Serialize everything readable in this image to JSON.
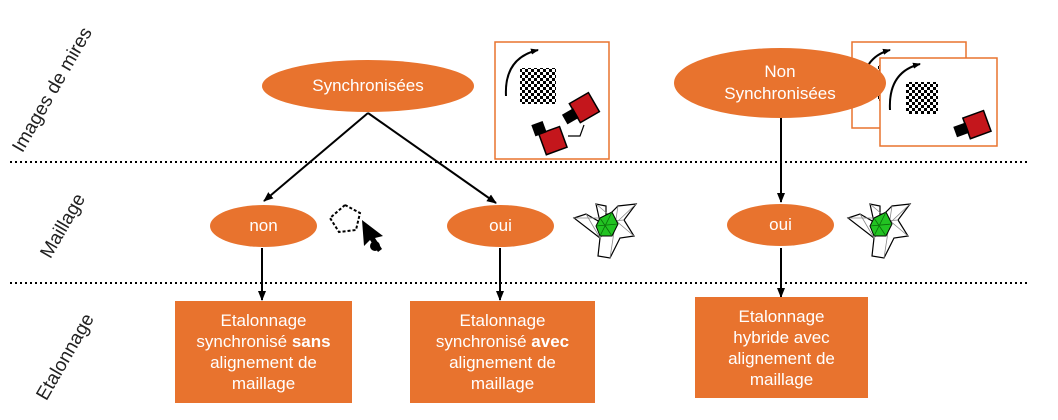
{
  "rows": {
    "images": "Images de mires",
    "maillage": "Maillage",
    "etalonnage": "Etalonnage"
  },
  "nodes": {
    "sync": "Synchronisées",
    "nonsync_line1": "Non",
    "nonsync_line2": "Synchronisées",
    "non": "non",
    "oui1": "oui",
    "oui2": "oui"
  },
  "results": {
    "r1": {
      "l1": "Etalonnage",
      "l2a": "synchronisé ",
      "l2b": "sans",
      "l3": "alignement de",
      "l4": "maillage"
    },
    "r2": {
      "l1": "Etalonnage",
      "l2a": "synchronisé ",
      "l2b": "avec",
      "l3": "alignement de",
      "l4": "maillage"
    },
    "r3": {
      "l1": "Etalonnage",
      "l2": "hybride avec",
      "l3": "alignement de",
      "l4": "maillage"
    }
  },
  "colors": {
    "accent": "#e8732e",
    "camera_red": "#c4161c",
    "mesh_green": "#22c322"
  },
  "icons": [
    "calibration-target-icon",
    "camera-icon",
    "rotation-arrow-icon",
    "selection-cursor-icon",
    "plane-mesh-icon"
  ]
}
